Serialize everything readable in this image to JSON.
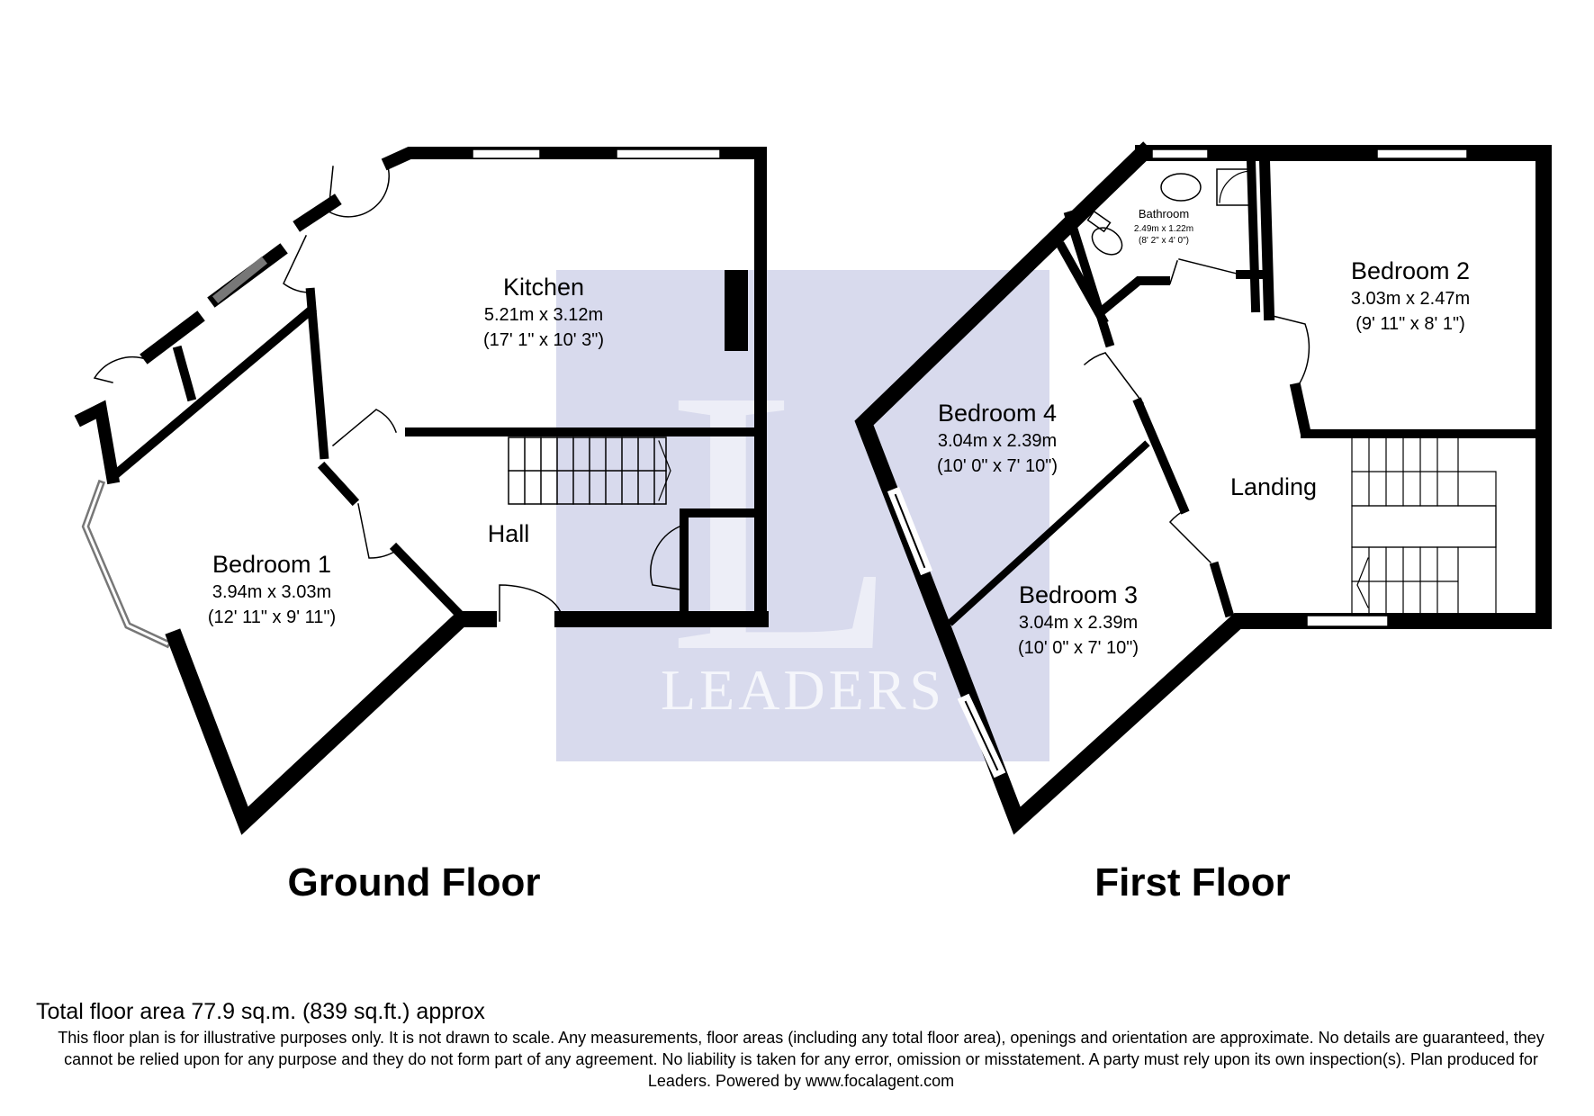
{
  "watermark": {
    "brand": "LEADERS",
    "monogram": "L"
  },
  "ground_floor": {
    "title": "Ground Floor",
    "rooms": {
      "kitchen": {
        "name": "Kitchen",
        "metric": "5.21m x 3.12m",
        "imperial": "(17' 1\" x 10' 3\")"
      },
      "bedroom1": {
        "name": "Bedroom 1",
        "metric": "3.94m x 3.03m",
        "imperial": "(12' 11\" x 9' 11\")"
      },
      "hall": {
        "name": "Hall"
      }
    }
  },
  "first_floor": {
    "title": "First Floor",
    "rooms": {
      "bathroom": {
        "name": "Bathroom",
        "metric": "2.49m x 1.22m",
        "imperial": "(8' 2\" x 4' 0\")"
      },
      "bedroom2": {
        "name": "Bedroom 2",
        "metric": "3.03m x 2.47m",
        "imperial": "(9' 11\" x 8' 1\")"
      },
      "bedroom4": {
        "name": "Bedroom 4",
        "metric": "3.04m x 2.39m",
        "imperial": "(10' 0\" x 7' 10\")"
      },
      "bedroom3": {
        "name": "Bedroom 3",
        "metric": "3.04m x 2.39m",
        "imperial": "(10' 0\" x 7' 10\")"
      },
      "landing": {
        "name": "Landing"
      }
    }
  },
  "footer": {
    "total_area": "Total floor area 77.9 sq.m. (839 sq.ft.) approx",
    "disclaimer": "This floor plan is for illustrative purposes only. It is not drawn to scale. Any measurements, floor areas (including any total floor area), openings and orientation are approximate. No details are guaranteed, they cannot be relied upon for any purpose and they do not form part of any agreement. No liability is taken for any error, omission or misstatement. A party must rely upon its own inspection(s). Plan produced for Leaders. Powered by www.focalagent.com"
  },
  "colors": {
    "wall": "#000000",
    "watermark_bg": "#a8aed6",
    "background": "#ffffff"
  }
}
